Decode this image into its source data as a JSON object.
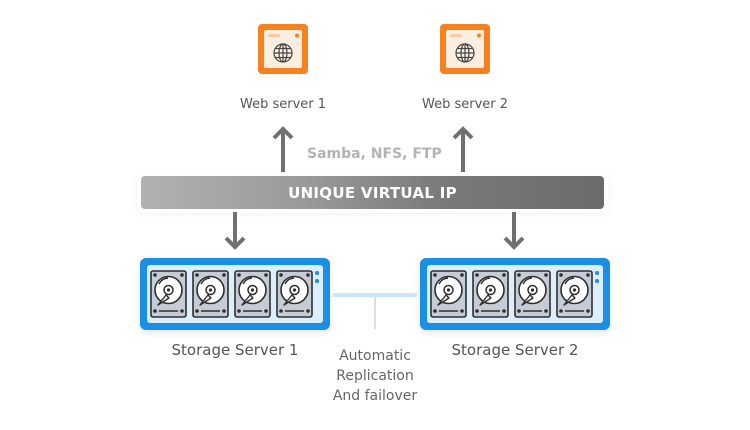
{
  "web_servers": [
    {
      "label": "Web server 1",
      "icon": "browser-globe-icon"
    },
    {
      "label": "Web server 2",
      "icon": "browser-globe-icon"
    }
  ],
  "protocols": "Samba, NFS, FTP",
  "virtual_ip": {
    "label": "UNIQUE VIRTUAL IP"
  },
  "storage_servers": [
    {
      "label": "Storage Server 1",
      "disks": 4,
      "icon": "hard-disk-icon"
    },
    {
      "label": "Storage Server 2",
      "disks": 4,
      "icon": "hard-disk-icon"
    }
  ],
  "replication": {
    "lines": [
      "Automatic",
      "Replication",
      "And failover"
    ]
  },
  "colors": {
    "web_accent": "#f5821f",
    "web_fill": "#fdeee2",
    "storage_accent": "#1a8fe3",
    "storage_fill": "#ddeefb",
    "arrow": "#707070",
    "protocol_text": "#b3b3b3",
    "label_text": "#555555"
  }
}
